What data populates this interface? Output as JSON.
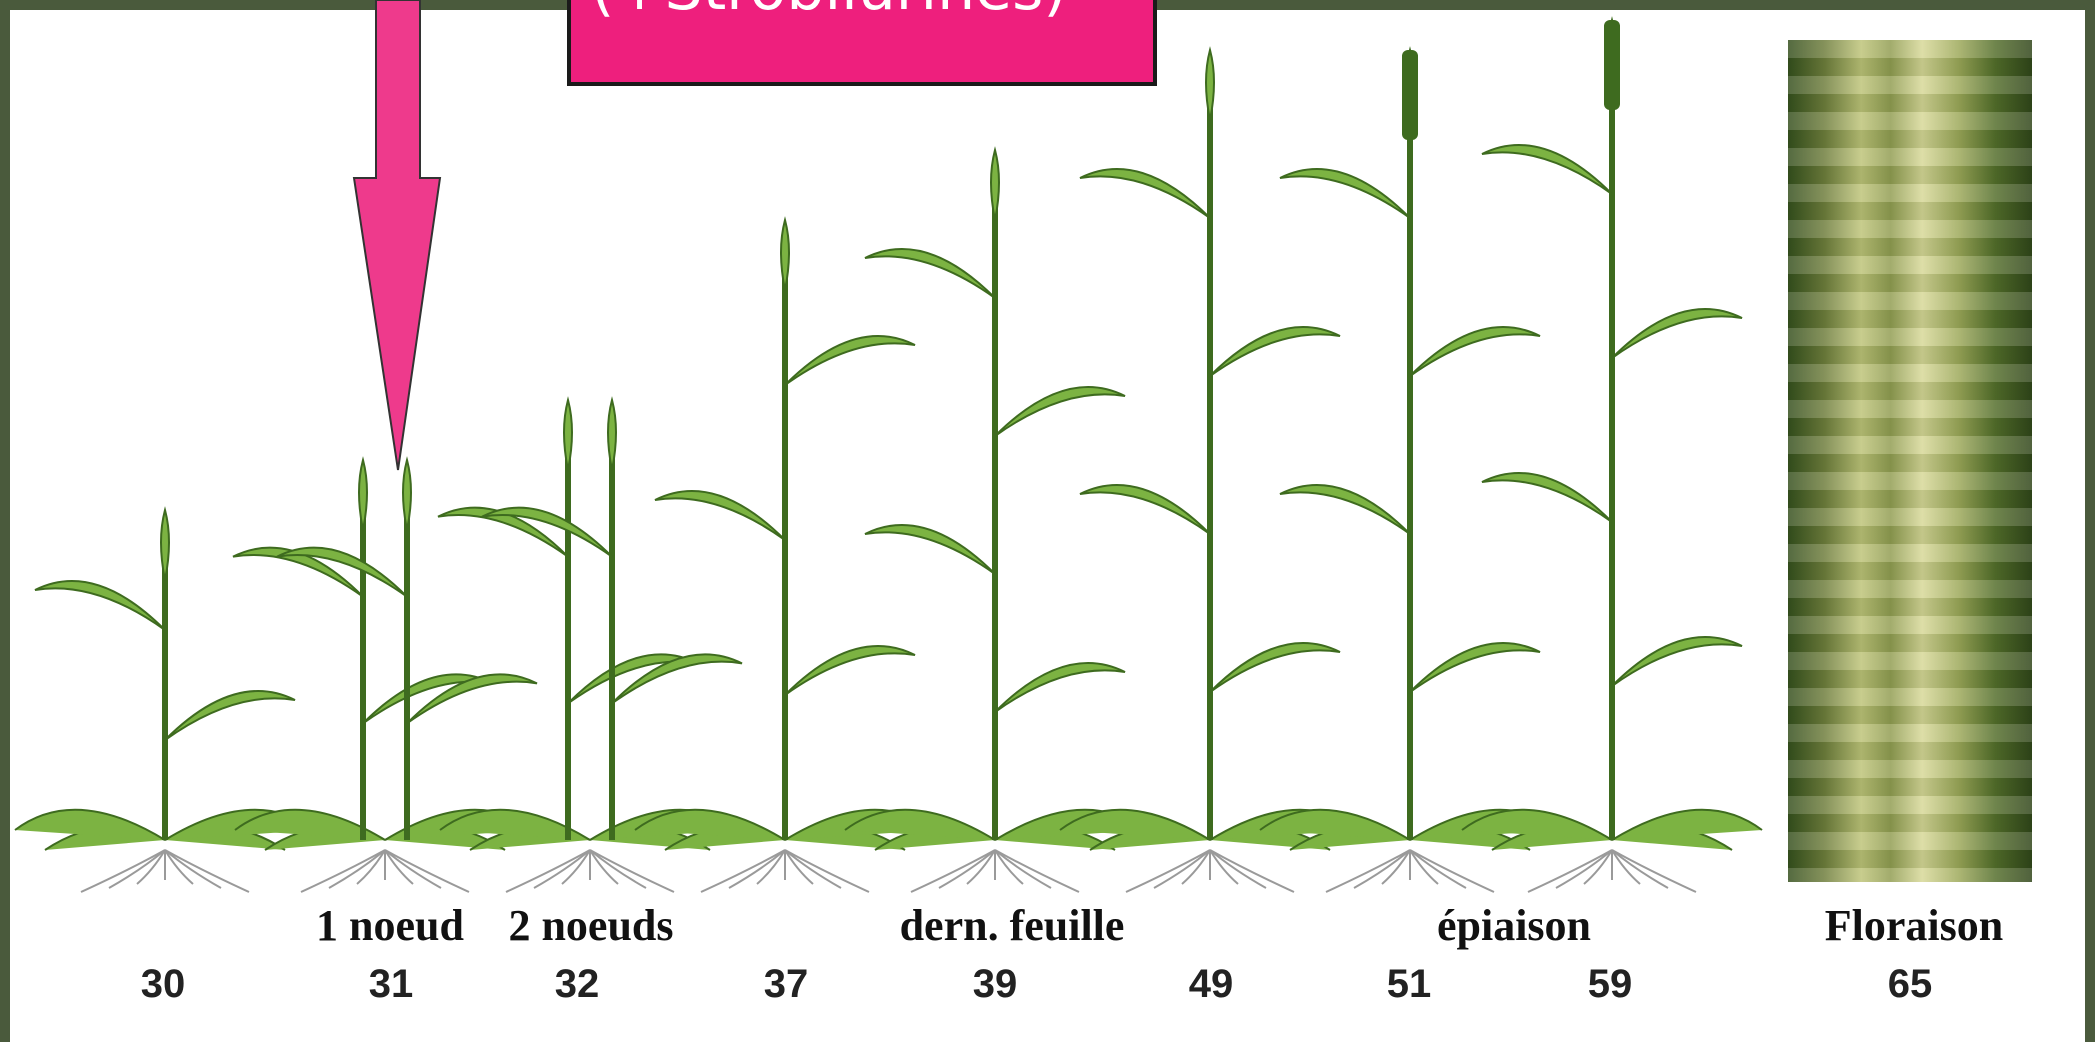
{
  "callout": {
    "text": "(+Strobilurines)"
  },
  "colors": {
    "frame": "#4a5a3c",
    "callout": "#ee1f7d",
    "arrow": "#ee3a8c",
    "plant": "#7cb342",
    "plant_dark": "#3e6b1f",
    "root": "#9a9a9a"
  },
  "stages": [
    {
      "code": "30",
      "label": ""
    },
    {
      "code": "31",
      "label": "1 noeud"
    },
    {
      "code": "32",
      "label": "2 noeuds"
    },
    {
      "code": "37",
      "label": ""
    },
    {
      "code": "39",
      "label": "dern. feuille"
    },
    {
      "code": "49",
      "label": ""
    },
    {
      "code": "51",
      "label": ""
    },
    {
      "code": "59",
      "label": ""
    },
    {
      "code": "65",
      "label": "Floraison"
    }
  ],
  "extra_labels": {
    "epiaison": "épiaison"
  }
}
